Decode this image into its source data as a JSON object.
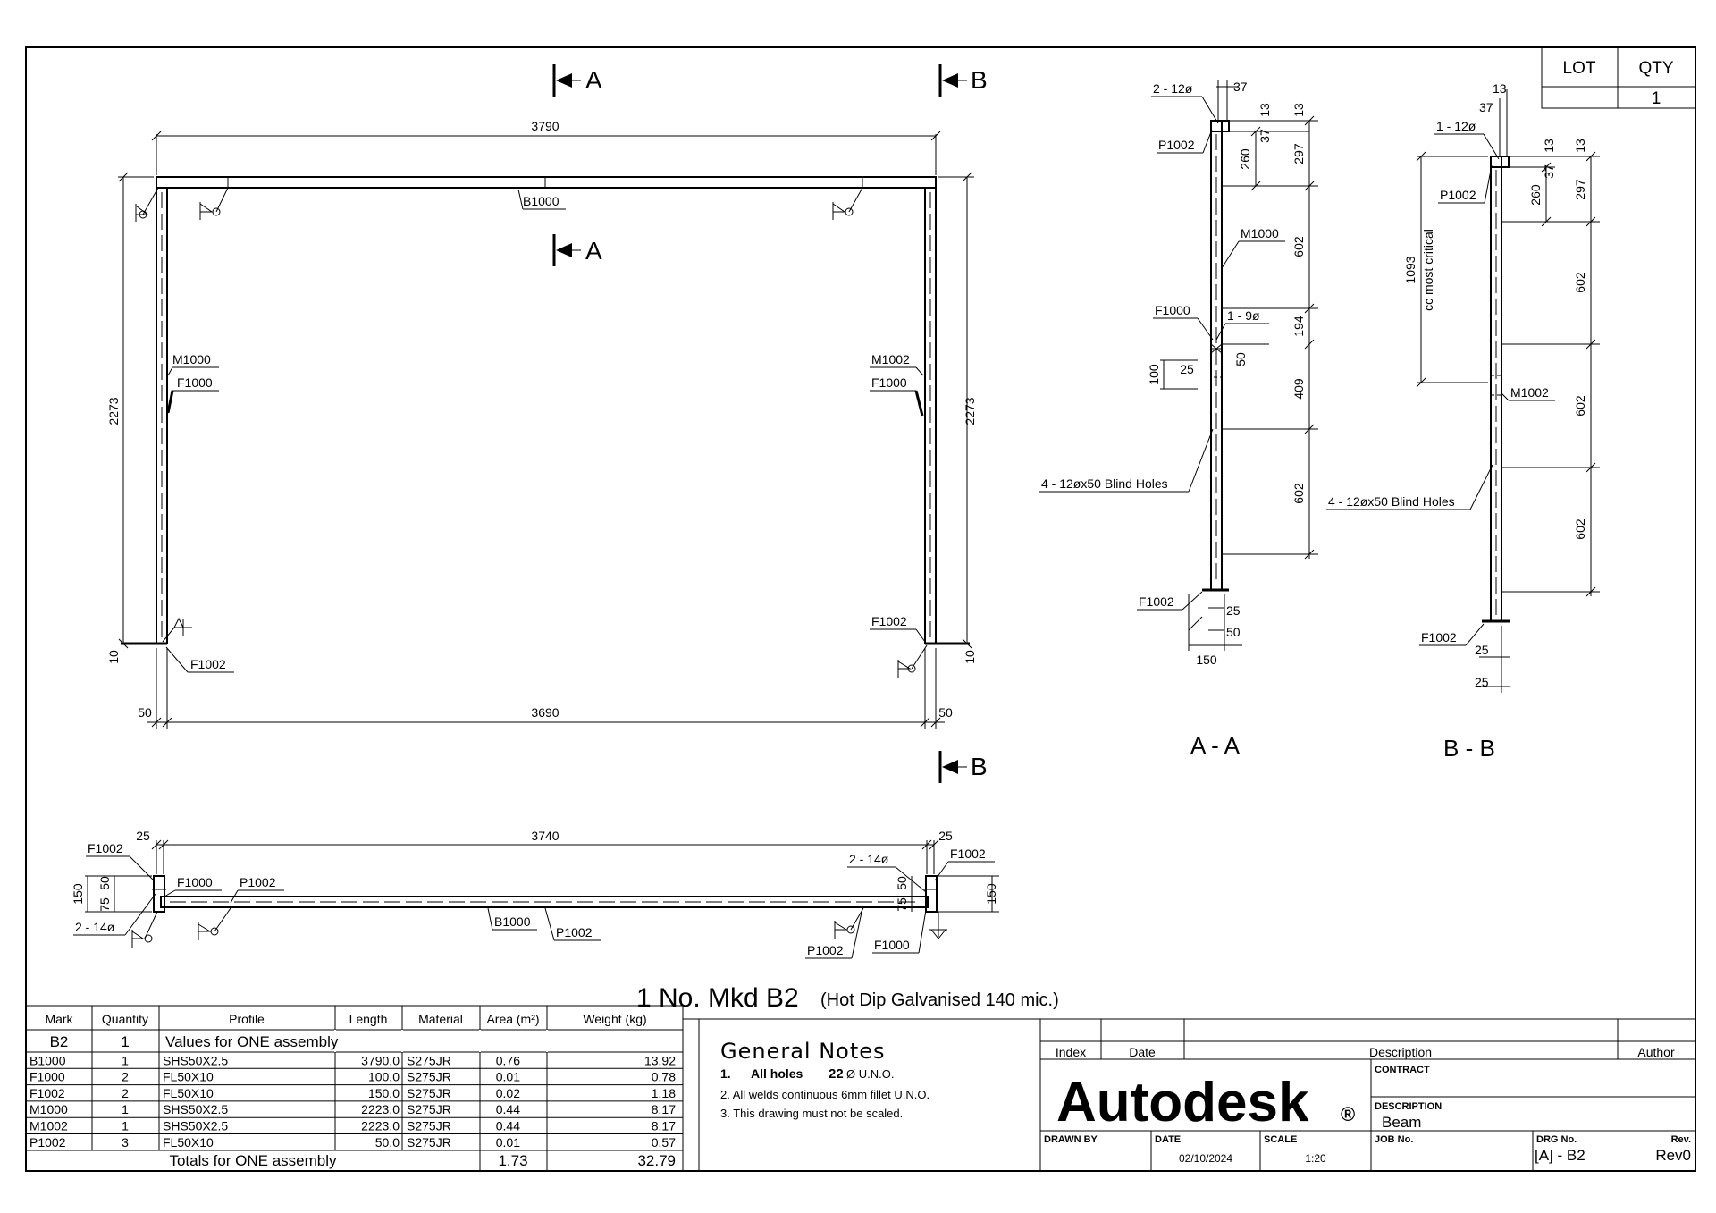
{
  "drawing": {
    "title_main": "1 No. Mkd B2",
    "title_sub": "(Hot Dip Galvanised 140 mic.)",
    "section_a_label": "A",
    "section_b_label": "B",
    "section_aa_title": "A - A",
    "section_bb_title": "B - B",
    "front_view": {
      "dim_top": "3790",
      "dim_bottom": "3690",
      "dim_left_height": "2273",
      "dim_right_height": "2273",
      "dim_left_10": "10",
      "dim_right_10": "10",
      "dim_left_50": "50",
      "dim_right_50": "50",
      "labels": {
        "b1000": "B1000",
        "m1000": "M1000",
        "f1000_left": "F1000",
        "m1002": "M1002",
        "f1000_right": "F1000",
        "f1002_left": "F1002",
        "f1002_right": "F1002"
      }
    },
    "plan_view": {
      "dim_top": "3740",
      "dim_25_left": "25",
      "dim_25_right": "25",
      "dim_150_left": "150",
      "dim_75_left": "75",
      "dim_50_left": "50",
      "dim_75_right": "75",
      "dim_50_right": "50",
      "dim_150_right": "150",
      "labels": {
        "f1002_left": "F1002",
        "f1000_left": "F1000",
        "p1002_left": "P1002",
        "holes_left": "2 - 14ø",
        "holes_right": "2 - 14ø",
        "f1002_right": "F1002",
        "b1000": "B1000",
        "p1002_mid": "P1002",
        "p1002_right": "P1002",
        "f1000_right": "F1000"
      }
    },
    "section_aa": {
      "holes_top": "2 - 12ø",
      "d37": "37",
      "d13a": "13",
      "d13b": "13",
      "d37b": "37",
      "p1002": "P1002",
      "d260": "260",
      "d297": "297",
      "m1000": "M1000",
      "d602a": "602",
      "f1000": "F1000",
      "holes_9": "1 - 9ø",
      "d194": "194",
      "d100": "100",
      "d25": "25",
      "d50": "50",
      "d409": "409",
      "blind": "4 - 12øx50 Blind Holes",
      "d602b": "602",
      "f1002": "F1002",
      "d25b": "25",
      "d50b": "50",
      "d150": "150"
    },
    "section_bb": {
      "d13a": "13",
      "d37": "37",
      "holes_top": "1 - 12ø",
      "d13b": "13",
      "d13c": "13",
      "d37b": "37",
      "p1002": "P1002",
      "d260": "260",
      "d297": "297",
      "d1093": "1093",
      "cc": "cc most critical",
      "d602a": "602",
      "m1002": "M1002",
      "d602b": "602",
      "blind": "4 - 12øx50 Blind Holes",
      "d602c": "602",
      "f1002": "F1002",
      "d25a": "25",
      "d25b": "25"
    }
  },
  "lot_box": {
    "lot_label": "LOT",
    "qty_label": "QTY",
    "lot_value": "",
    "qty_value": "1"
  },
  "parts_table": {
    "headers": [
      "Mark",
      "Quantity",
      "Profile",
      "Length",
      "Material",
      "Area (m²)",
      "Weight (kg)"
    ],
    "assembly": {
      "mark": "B2",
      "quantity": "1",
      "note": "Values for ONE assembly"
    },
    "rows": [
      [
        "B1000",
        "1",
        "SHS50X2.5",
        "3790.0",
        "S275JR",
        "0.76",
        "13.92"
      ],
      [
        "F1000",
        "2",
        "FL50X10",
        "100.0",
        "S275JR",
        "0.01",
        "0.78"
      ],
      [
        "F1002",
        "2",
        "FL50X10",
        "150.0",
        "S275JR",
        "0.02",
        "1.18"
      ],
      [
        "M1000",
        "1",
        "SHS50X2.5",
        "2223.0",
        "S275JR",
        "0.44",
        "8.17"
      ],
      [
        "M1002",
        "1",
        "SHS50X2.5",
        "2223.0",
        "S275JR",
        "0.44",
        "8.17"
      ],
      [
        "P1002",
        "3",
        "FL50X10",
        "50.0",
        "S275JR",
        "0.01",
        "0.57"
      ]
    ],
    "totals_label": "Totals for ONE assembly",
    "totals_area": "1.73",
    "totals_weight": "32.79"
  },
  "notes": {
    "heading": "General Notes",
    "n1_num": "1.",
    "n1_text": "All holes",
    "n1_bold": "22",
    "n1_unit": "Ø U.N.O.",
    "n2": "2.  All welds continuous 6mm fillet U.N.O.",
    "n3": "3.  This drawing must not be scaled."
  },
  "title_block": {
    "index_label": "Index",
    "date_label": "Date",
    "description_label": "Description",
    "author_label": "Author",
    "logo_text": "Autodesk",
    "logo_mark": "®",
    "contract_label": "CONTRACT",
    "description_small": "DESCRIPTION",
    "description_value": "Beam",
    "drawn_by_label": "DRAWN BY",
    "date_small": "DATE",
    "date_value": "02/10/2024",
    "scale_label": "SCALE",
    "scale_value": "1:20",
    "job_label": "JOB No.",
    "drg_label": "DRG No.",
    "drg_value": "[A] - B2",
    "rev_label": "Rev.",
    "rev_value": "Rev0"
  }
}
